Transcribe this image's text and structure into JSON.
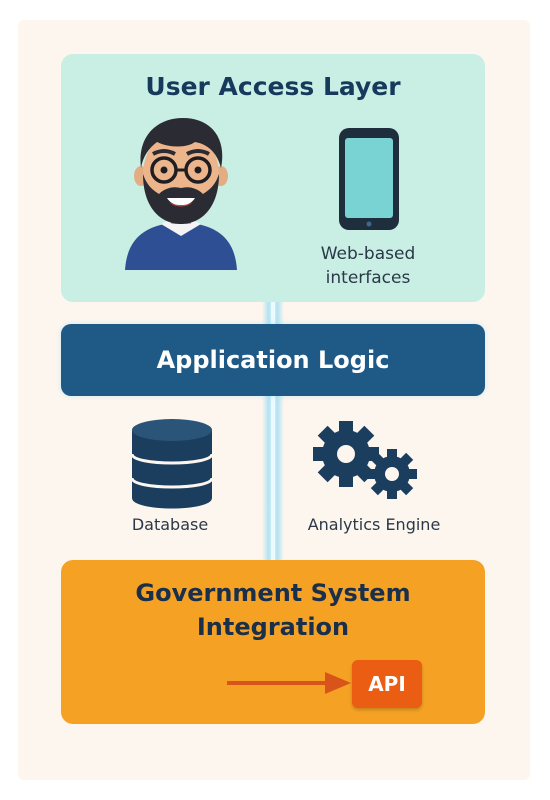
{
  "user_layer": {
    "title": "User Access Layer",
    "phone_label_line1": "Web-based",
    "phone_label_line2": "interfaces"
  },
  "app_logic": {
    "label": "Application Logic"
  },
  "components": {
    "database_label": "Database",
    "analytics_label": "Analytics Engine"
  },
  "gov_layer": {
    "title_line1": "Government System",
    "title_line2": "Integration",
    "api_label": "API"
  },
  "colors": {
    "user_layer_bg": "#c9efe4",
    "app_logic_bg": "#1f5a86",
    "gov_layer_bg": "#f5a224",
    "api_bg": "#ea5d12",
    "icon_dark": "#1c3e5e"
  },
  "icons": [
    "person-avatar-icon",
    "smartphone-icon",
    "database-icon",
    "gears-icon",
    "arrow-right-icon"
  ]
}
